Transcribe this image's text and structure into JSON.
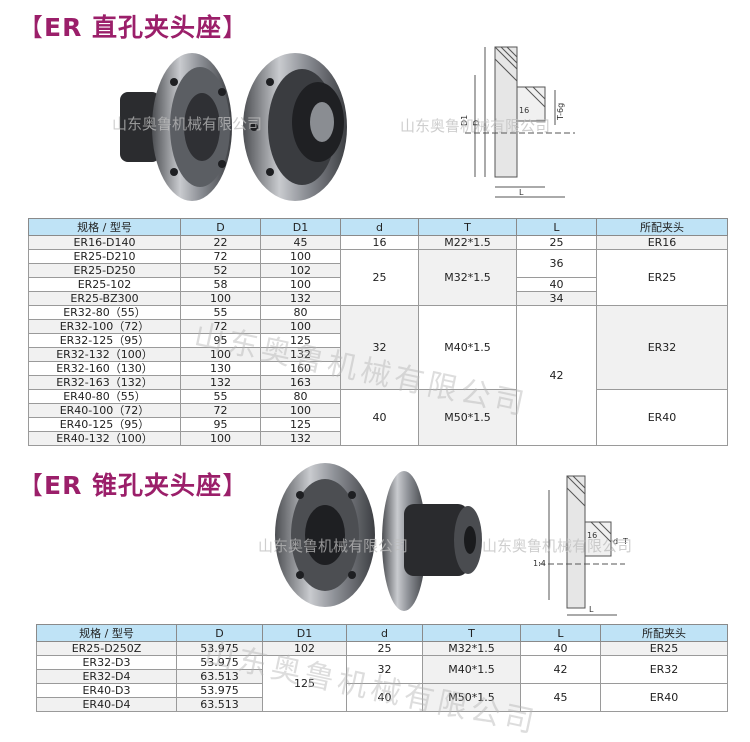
{
  "section1": {
    "title_open": "【",
    "title_text": "ER 直孔夹头座",
    "title_close": "】",
    "drawing_labels": {
      "d1": "D1",
      "d": "D",
      "t": "T-6g",
      "w16": "16",
      "l": "L"
    },
    "headers": [
      "规格 / 型号",
      "D",
      "D1",
      "d",
      "T",
      "L",
      "所配夹头"
    ],
    "rows": [
      [
        "ER16-D140",
        "22",
        "45"
      ],
      [
        "ER25-D210",
        "72",
        "100"
      ],
      [
        "ER25-D250",
        "52",
        "102"
      ],
      [
        "ER25-102",
        "58",
        "100"
      ],
      [
        "ER25-BZ300",
        "100",
        "132"
      ],
      [
        "ER32-80（55）",
        "55",
        "80"
      ],
      [
        "ER32-100（72）",
        "72",
        "100"
      ],
      [
        "ER32-125（95）",
        "95",
        "125"
      ],
      [
        "ER32-132（100）",
        "100",
        "132"
      ],
      [
        "ER32-160（130）",
        "130",
        "160"
      ],
      [
        "ER32-163（132）",
        "132",
        "163"
      ],
      [
        "ER40-80（55）",
        "55",
        "80"
      ],
      [
        "ER40-100（72）",
        "72",
        "100"
      ],
      [
        "ER40-125（95）",
        "95",
        "125"
      ],
      [
        "ER40-132（100）",
        "100",
        "132"
      ]
    ],
    "merged": {
      "d": [
        "16",
        "25",
        "32",
        "40"
      ],
      "t": [
        "M22*1.5",
        "M32*1.5",
        "M40*1.5",
        "M50*1.5"
      ],
      "l": [
        "25",
        "36",
        "40",
        "34",
        "42"
      ],
      "collet": [
        "ER16",
        "ER25",
        "ER32",
        "ER40"
      ]
    }
  },
  "section2": {
    "title_open": "【",
    "title_text": "ER 锥孔夹头座",
    "title_close": "】",
    "drawing_labels": {
      "taper": "1:4",
      "w16": "16",
      "d": "d",
      "t": "T",
      "l": "L"
    },
    "headers": [
      "规格 / 型号",
      "D",
      "D1",
      "d",
      "T",
      "L",
      "所配夹头"
    ],
    "rows": [
      [
        "ER25-D250Z",
        "53.975",
        "102"
      ],
      [
        "ER32-D3",
        "53.975"
      ],
      [
        "ER32-D4",
        "63.513"
      ],
      [
        "ER40-D3",
        "53.975"
      ],
      [
        "ER40-D4",
        "63.513"
      ]
    ],
    "merged": {
      "d1_shared": "125",
      "d": [
        "25",
        "32",
        "40"
      ],
      "t": [
        "M32*1.5",
        "M40*1.5",
        "M50*1.5"
      ],
      "l": [
        "40",
        "42",
        "45"
      ],
      "collet": [
        "ER25",
        "ER32",
        "ER40"
      ]
    }
  },
  "watermark": "山东奥鲁机械有限公司",
  "colors": {
    "title": "#9b1f6a",
    "header_bg": "#bfe3f6",
    "cell_gray": "#f1f1f1"
  }
}
